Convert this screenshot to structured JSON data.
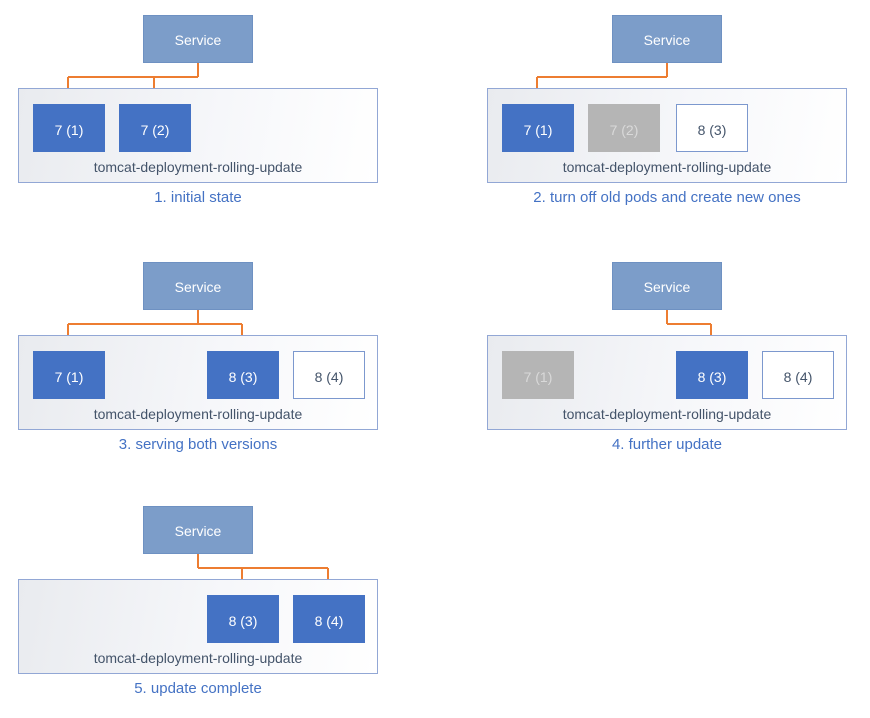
{
  "colors": {
    "service_fill": "#7C9DC9",
    "service_border": "#6E91C2",
    "pod_active": "#4472C4",
    "pod_terminated": "#B5B5B5",
    "pod_terminated_text": "#D9D9D9",
    "pod_creating_border": "#7C98CE",
    "pod_creating_text": "#44546A",
    "arrow": "#ED7D31",
    "container_border": "#92A7D5",
    "container_bg_a": "#E9EBEF",
    "container_bg_b": "#FFFFFF",
    "deployment_label_color": "#44546A",
    "caption_color": "#4472C4"
  },
  "labels": {
    "service": "Service",
    "deployment": "tomcat-deployment-rolling-update"
  },
  "panels": [
    {
      "caption": "1. initial state",
      "pods": [
        {
          "label": "7 (1)",
          "state": "active",
          "slot": 0
        },
        {
          "label": "7 (2)",
          "state": "active",
          "slot": 1
        }
      ],
      "arrow_targets": [
        0,
        1
      ]
    },
    {
      "caption": "2. turn off old pods and create new ones",
      "pods": [
        {
          "label": "7 (1)",
          "state": "active",
          "slot": 0
        },
        {
          "label": "7 (2)",
          "state": "terminated",
          "slot": 1
        },
        {
          "label": "8 (3)",
          "state": "creating",
          "slot": 2
        }
      ],
      "arrow_targets": [
        0
      ]
    },
    {
      "caption": "3. serving both versions",
      "pods": [
        {
          "label": "7 (1)",
          "state": "active",
          "slot": 0
        },
        {
          "label": "8 (3)",
          "state": "active",
          "slot": 2
        },
        {
          "label": "8 (4)",
          "state": "creating",
          "slot": 3
        }
      ],
      "arrow_targets": [
        0,
        2
      ]
    },
    {
      "caption": "4. further update",
      "pods": [
        {
          "label": "7 (1)",
          "state": "terminated",
          "slot": 0
        },
        {
          "label": "8 (3)",
          "state": "active",
          "slot": 2
        },
        {
          "label": "8 (4)",
          "state": "creating",
          "slot": 3
        }
      ],
      "arrow_targets": [
        2
      ]
    },
    {
      "caption": "5. update complete",
      "pods": [
        {
          "label": "8 (3)",
          "state": "active",
          "slot": 2
        },
        {
          "label": "8 (4)",
          "state": "active",
          "slot": 3
        }
      ],
      "arrow_targets": [
        2,
        3
      ]
    }
  ]
}
